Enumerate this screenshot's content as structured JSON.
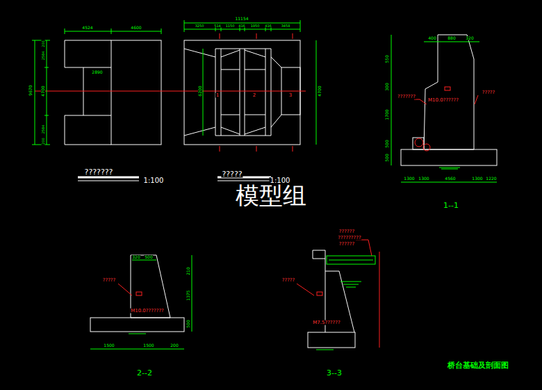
{
  "diagram": {
    "title": "桥台基础及剖面图",
    "labels": [
      "4524",
      "4600",
      "11154",
      "3250",
      "514",
      "1150",
      "416",
      "1950",
      "416",
      "3458",
      "9670",
      "200",
      "2584",
      "4700",
      "2584",
      "200",
      "2890",
      "6200",
      "4700",
      "???????",
      "1:100",
      "?????",
      "1:100",
      "模型组",
      "400",
      "880",
      "320",
      "550",
      "300",
      "1700",
      "500",
      "500",
      "???????",
      "M10.0??????",
      "?????",
      "1300",
      "1300",
      "4560",
      "1300",
      "1220",
      "1--1",
      "320",
      "500",
      "?????",
      "M10.0???????",
      "210",
      "1375",
      "500",
      "1500",
      "1500",
      "200",
      "2--2",
      "??????",
      "?????????",
      "??????",
      "?????",
      "M7.5??????",
      "3--3",
      "1",
      "2",
      "3"
    ]
  }
}
